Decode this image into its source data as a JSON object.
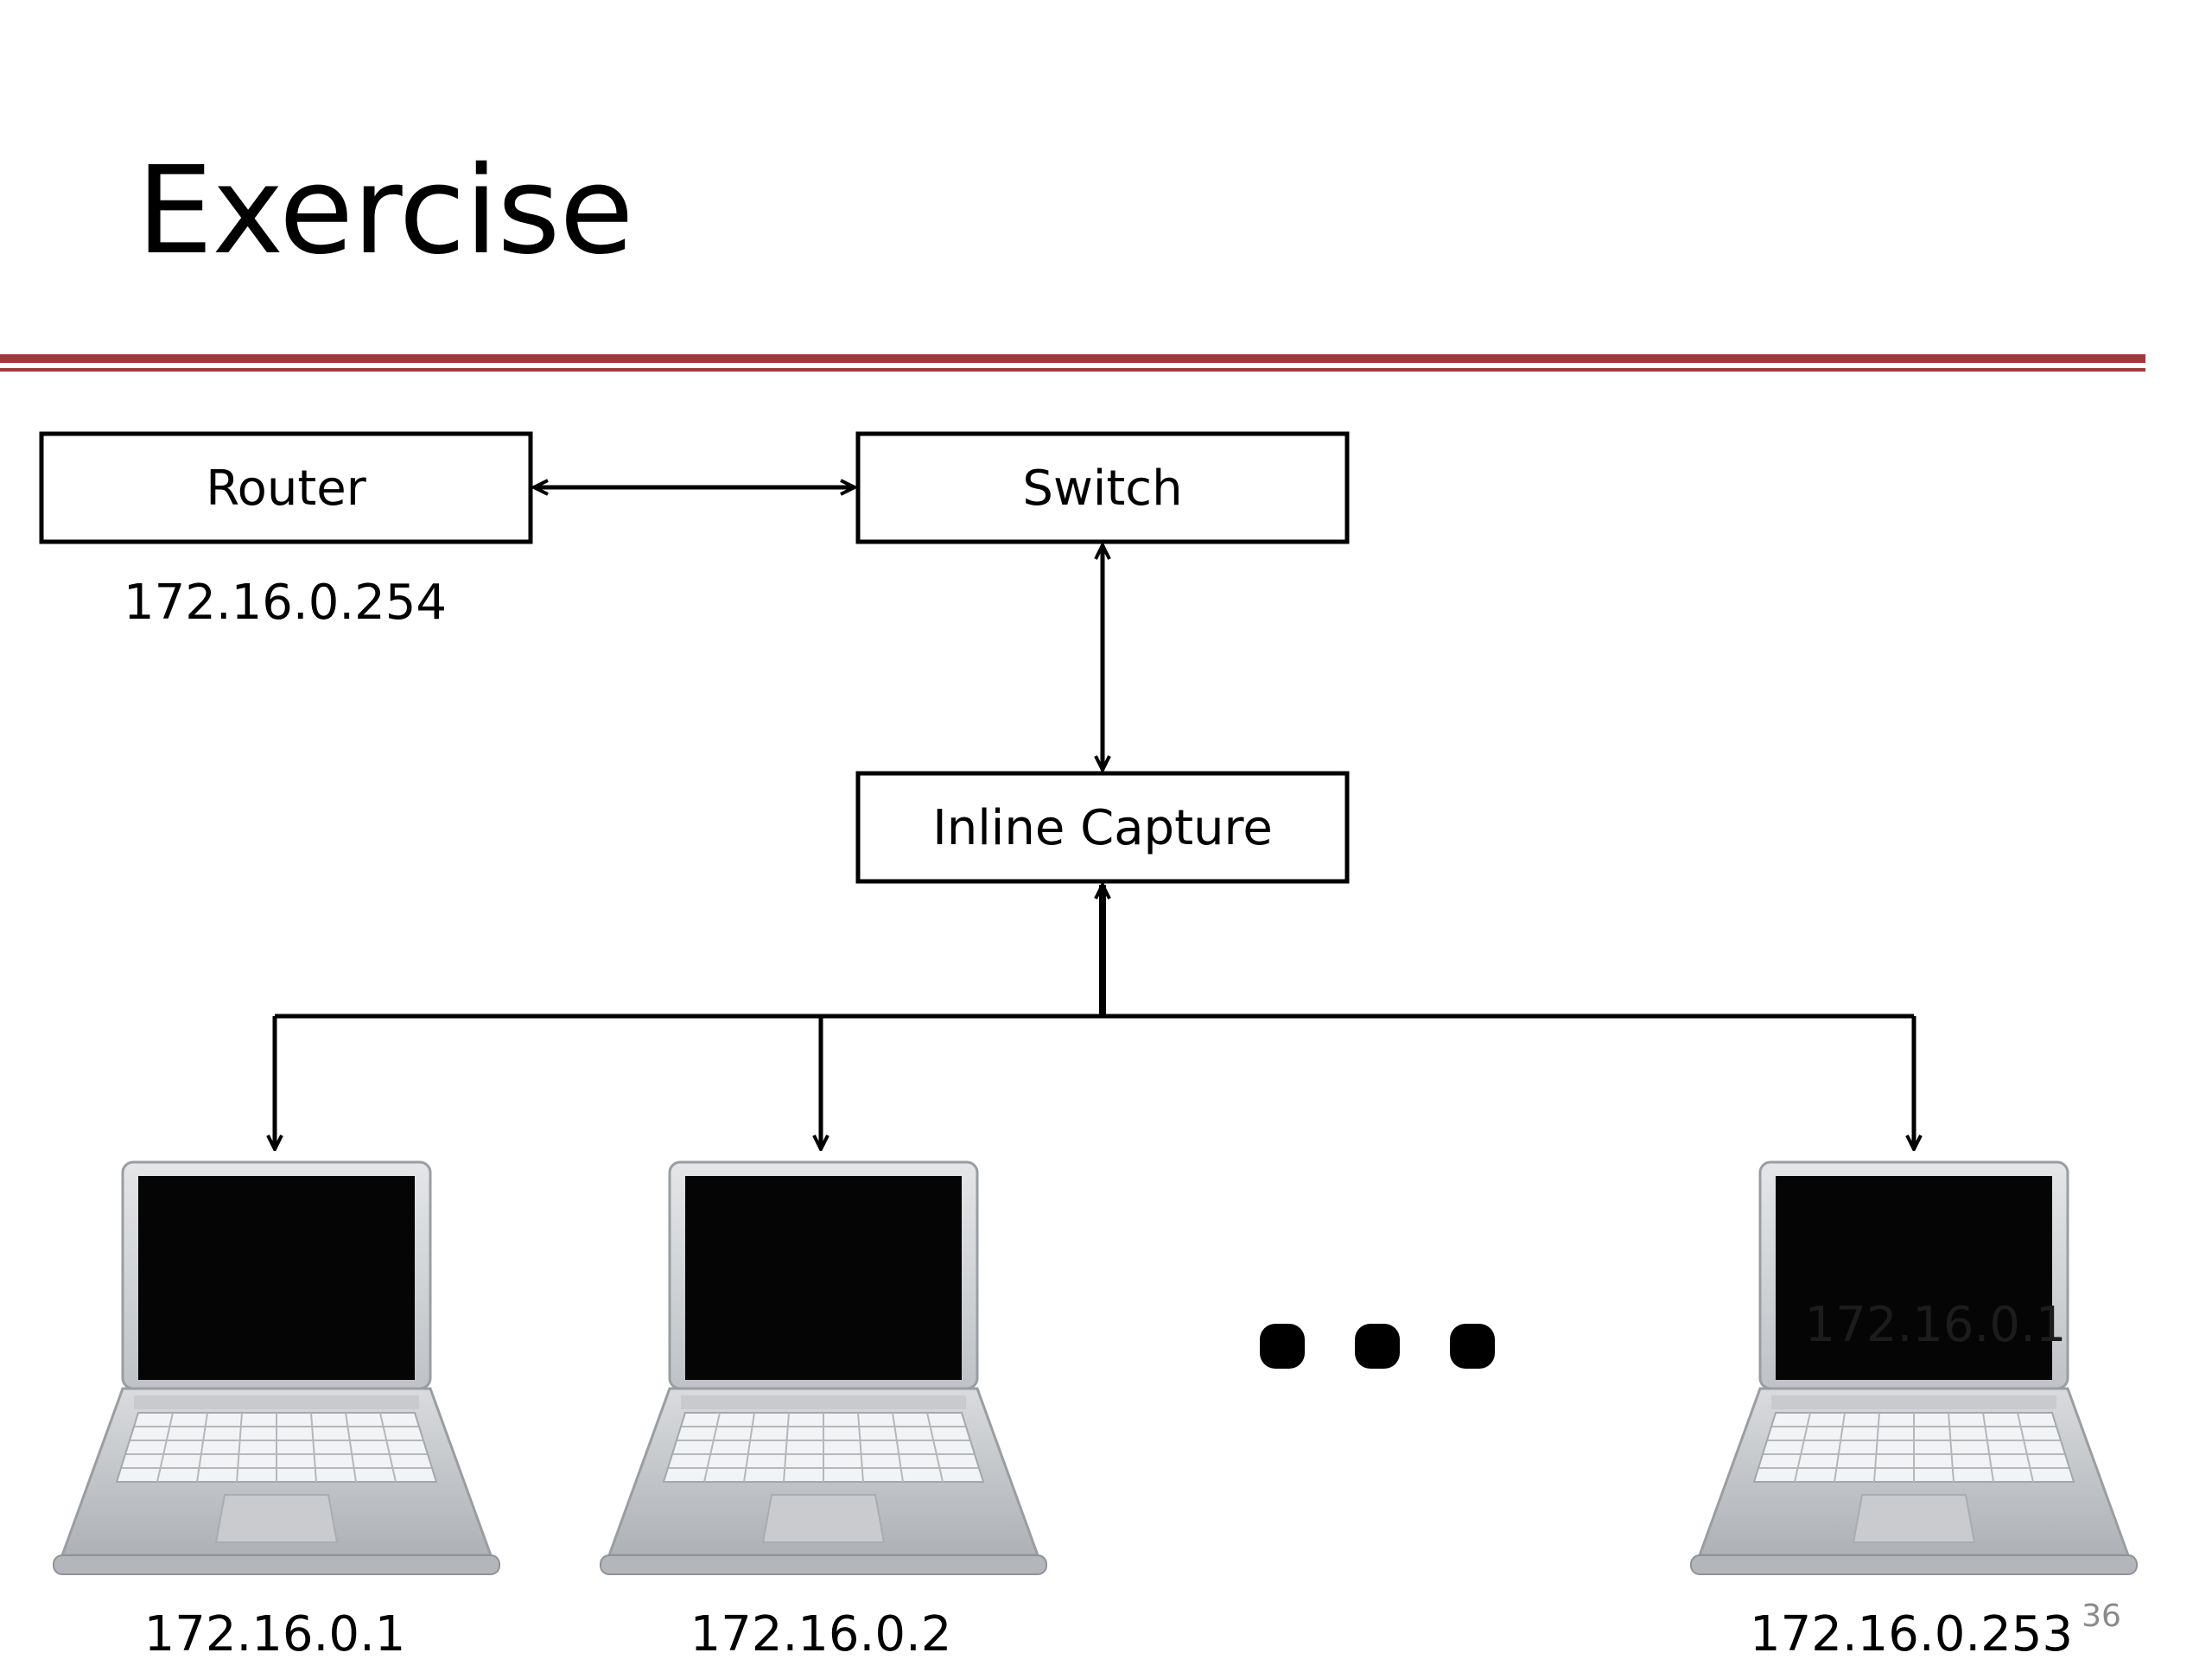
{
  "slide": {
    "title": "Exercise",
    "page_number": "36"
  },
  "colors": {
    "rule": "#A0393B",
    "line": "#000000",
    "laptop_body": "#D3D5D8",
    "laptop_screen": "#050505"
  },
  "nodes": {
    "router": {
      "label": "Router",
      "ip": "172.16.0.254"
    },
    "switch": {
      "label": "Switch"
    },
    "capture": {
      "label": "Inline Capture"
    }
  },
  "hosts": [
    {
      "ip": "172.16.0.1"
    },
    {
      "ip": "172.16.0.2"
    },
    {
      "ip": "172.16.0.253",
      "screen_text": "172.16.0.1"
    }
  ],
  "ellipsis": "• • •"
}
